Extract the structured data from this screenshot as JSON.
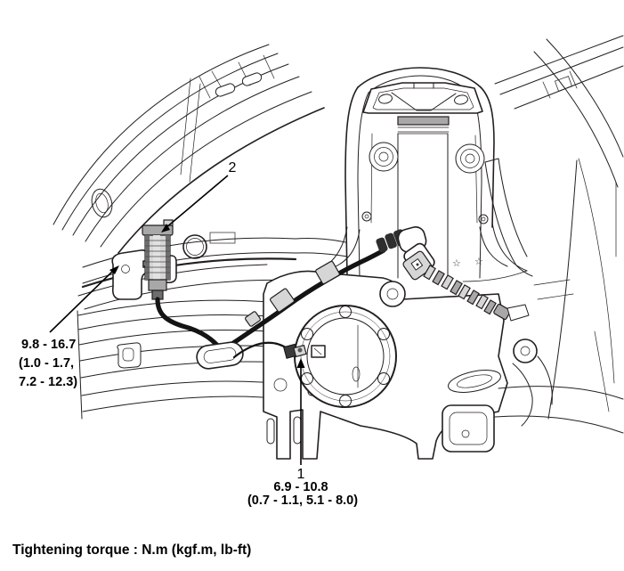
{
  "diagram": {
    "callouts": {
      "item1": {
        "number": "1",
        "torque_line1": "6.9 - 10.8",
        "torque_line2": "(0.7 - 1.1, 5.1 - 8.0)"
      },
      "item2": {
        "number": "2"
      }
    },
    "left_torque": {
      "line1": "9.8 - 16.7",
      "line2": "(1.0 - 1.7,",
      "line3": "7.2 - 12.3)"
    },
    "footer_note": "Tightening torque : N.m (kgf.m, lb-ft)",
    "star_marker": "☆",
    "colors": {
      "line": "#231f20",
      "text": "#000000",
      "cable": "#141414",
      "shade_light": "#d6d6d6",
      "shade_mid": "#a8a8a8",
      "shade_dark": "#6e6e6e",
      "background": "#ffffff"
    }
  }
}
